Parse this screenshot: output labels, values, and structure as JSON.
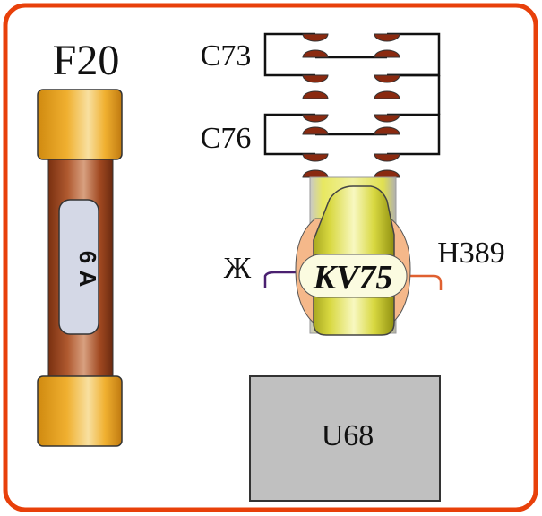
{
  "fuse": {
    "label": "F20",
    "rating": "6 А"
  },
  "contacts": {
    "top_label": "С73",
    "bottom_label": "С76"
  },
  "relay": {
    "label": "KV75",
    "left_wire_label": "Ж",
    "right_wire_label": "Н389"
  },
  "unit": {
    "label": "U68"
  },
  "colors": {
    "frame": "#e8400a",
    "contact": "#8a2a10",
    "fuse_cap": "#e8a020",
    "fuse_body": "#a0522d",
    "coil": "#d8d840",
    "relay_body": "#f5b88a",
    "unit_fill": "#c0c0c0",
    "wire_left": "#4a2070",
    "wire_right": "#e06030"
  }
}
